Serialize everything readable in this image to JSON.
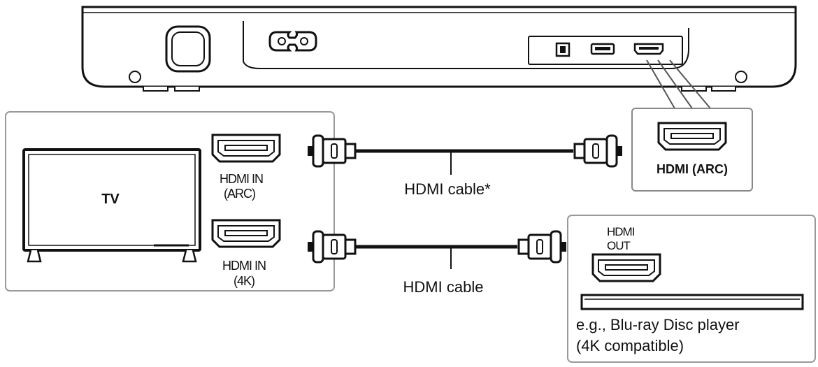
{
  "tv": {
    "label": "TV"
  },
  "tv_ports": {
    "arc_line1": "HDMI IN",
    "arc_line2": "(ARC)",
    "k4_line1": "HDMI IN",
    "k4_line2": "(4K)"
  },
  "soundbar_port": {
    "label": "HDMI (ARC)"
  },
  "cables": {
    "top": "HDMI cable*",
    "bottom": "HDMI cable"
  },
  "player": {
    "port_line1": "HDMI",
    "port_line2": "OUT",
    "caption_line1": "e.g., Blu-ray Disc player",
    "caption_line2": "(4K compatible)"
  }
}
